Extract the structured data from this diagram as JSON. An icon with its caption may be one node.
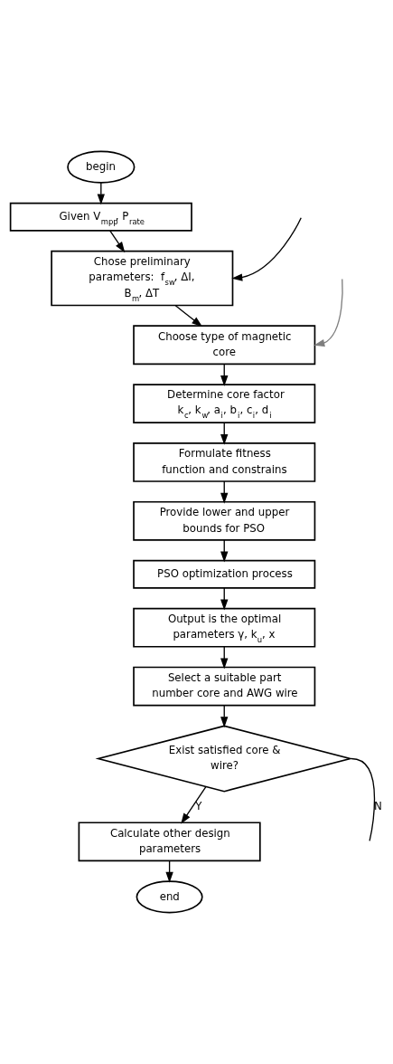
{
  "diagram": {
    "nodes": [
      {
        "text": [
          "begin"
        ]
      },
      {
        "text": [
          "Given V$_{mpp}$, P$_{rate}$"
        ]
      },
      {
        "text": [
          "Chose preliminary parameters:  f$_{sw}$, ΔI, B$_{m}$, ΔT"
        ]
      },
      {
        "text": [
          "Choose type of magnetic core"
        ]
      },
      {
        "text": [
          "Determine core factor k$_{c}$, k$_{w}$, a$_{i}$, b$_{i}$, c$_{i}$, d$_{i}$"
        ]
      },
      {
        "text": [
          "Formulate fitness function and constrains"
        ]
      },
      {
        "text": [
          "Provide lower and upper bounds for PSO"
        ]
      },
      {
        "text": [
          "PSO optimization process"
        ]
      },
      {
        "text": [
          "Output is the optimal parameters γ, k$_{u}$, x"
        ]
      },
      {
        "text": [
          "Select a suitable part number core and AWG wire"
        ]
      },
      {
        "text": [
          "Exist satisfied core & wire?"
        ]
      },
      {
        "text": [
          "Calculate other design parameters"
        ]
      },
      {
        "text": [
          "end"
        ]
      }
    ],
    "edges": [
      {
        "from": 0,
        "to": 1,
        "arrow": "to"
      },
      {
        "from": 1,
        "to": 2,
        "arrow": "to"
      },
      {
        "from": null,
        "to": 2,
        "arrow": "to"
      },
      {
        "from": 2,
        "to": 3,
        "arrow": "to"
      },
      {
        "from": null,
        "to": 3,
        "arrow": "to",
        "color": "#7f7f7f"
      },
      {
        "from": 3,
        "to": 4,
        "arrow": "to"
      },
      {
        "from": 4,
        "to": 5,
        "arrow": "to"
      },
      {
        "from": 5,
        "to": 6,
        "arrow": "to"
      },
      {
        "from": 6,
        "to": 7,
        "arrow": "to"
      },
      {
        "from": 7,
        "to": 8,
        "arrow": "to"
      },
      {
        "from": 8,
        "to": 9,
        "arrow": "to"
      },
      {
        "from": 9,
        "to": 10,
        "arrow": "to"
      },
      {
        "from": 10,
        "to": null,
        "arrow": "none",
        "label": "N"
      },
      {
        "from": 10,
        "to": 11,
        "arrow": "to",
        "label": "Y"
      },
      {
        "from": 11,
        "to": 12,
        "arrow": "to"
      }
    ]
  }
}
